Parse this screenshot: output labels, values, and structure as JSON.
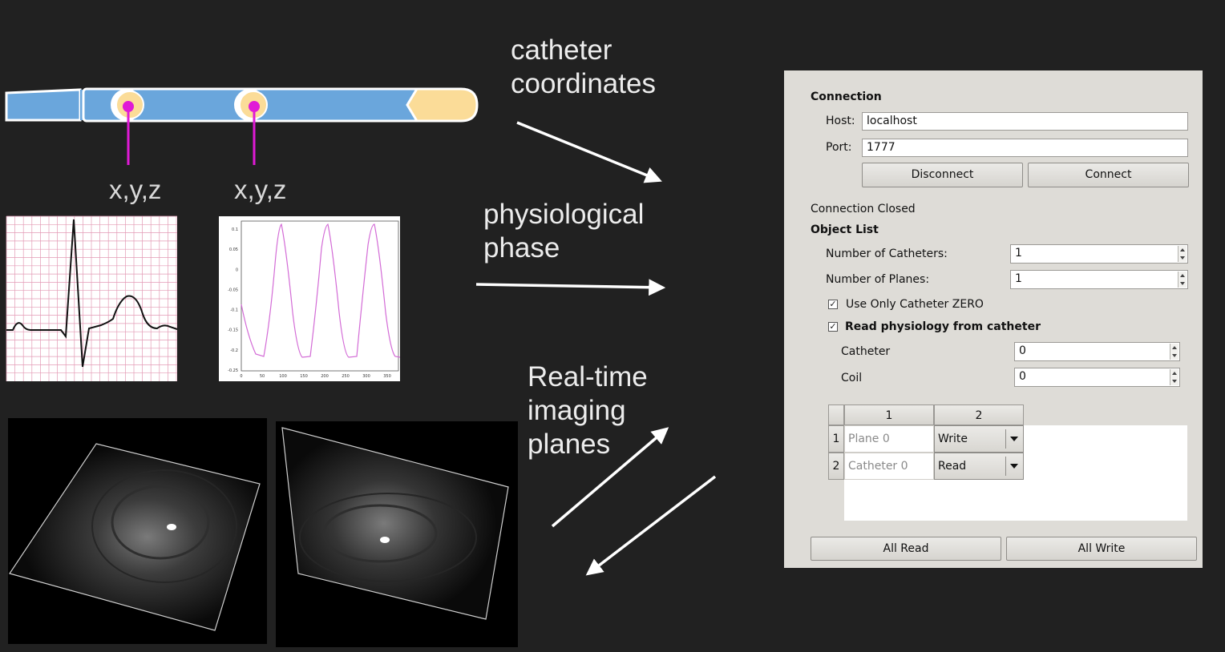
{
  "labels": {
    "catheter_coordinates": [
      "catheter",
      "coordinates"
    ],
    "physiological_phase": [
      "physiological",
      "phase"
    ],
    "realtime_planes": [
      "Real-time",
      "imaging",
      "planes"
    ],
    "xyz_1": "x,y,z",
    "xyz_2": "x,y,z"
  },
  "colors": {
    "background": "#212121",
    "catheter_body": "#6aa6dc",
    "coil": "#fbdc98",
    "marker": "#e01ad6",
    "ecg_grid": "#e39ab5",
    "resp_line": "#d36bd6"
  },
  "resp_plot": {
    "y_ticks": [
      "0.1",
      "0.05",
      "0",
      "-0.05",
      "-0.1",
      "-0.15",
      "-0.2",
      "-0.25"
    ],
    "x_ticks": [
      "0",
      "50",
      "100",
      "150",
      "200",
      "250",
      "300",
      "350"
    ]
  },
  "panel": {
    "connection_title": "Connection",
    "host_label": "Host:",
    "host_value": "localhost",
    "port_label": "Port:",
    "port_value": "1777",
    "disconnect_button": "Disconnect",
    "connect_button": "Connect",
    "status": "Connection Closed",
    "object_list_title": "Object List",
    "num_catheters_label": "Number of Catheters:",
    "num_catheters_value": "1",
    "num_planes_label": "Number of Planes:",
    "num_planes_value": "1",
    "use_only_zero_label": "Use Only Catheter ZERO",
    "use_only_zero_checked": true,
    "read_physio_label": "Read physiology from catheter",
    "read_physio_checked": true,
    "catheter_label": "Catheter",
    "catheter_value": "0",
    "coil_label": "Coil",
    "coil_value": "0",
    "table": {
      "col_headers": [
        "1",
        "2"
      ],
      "rows": [
        {
          "row_header": "1",
          "name": "Plane 0",
          "mode": "Write"
        },
        {
          "row_header": "2",
          "name": "Catheter 0",
          "mode": "Read"
        }
      ]
    },
    "all_read_button": "All Read",
    "all_write_button": "All Write"
  }
}
